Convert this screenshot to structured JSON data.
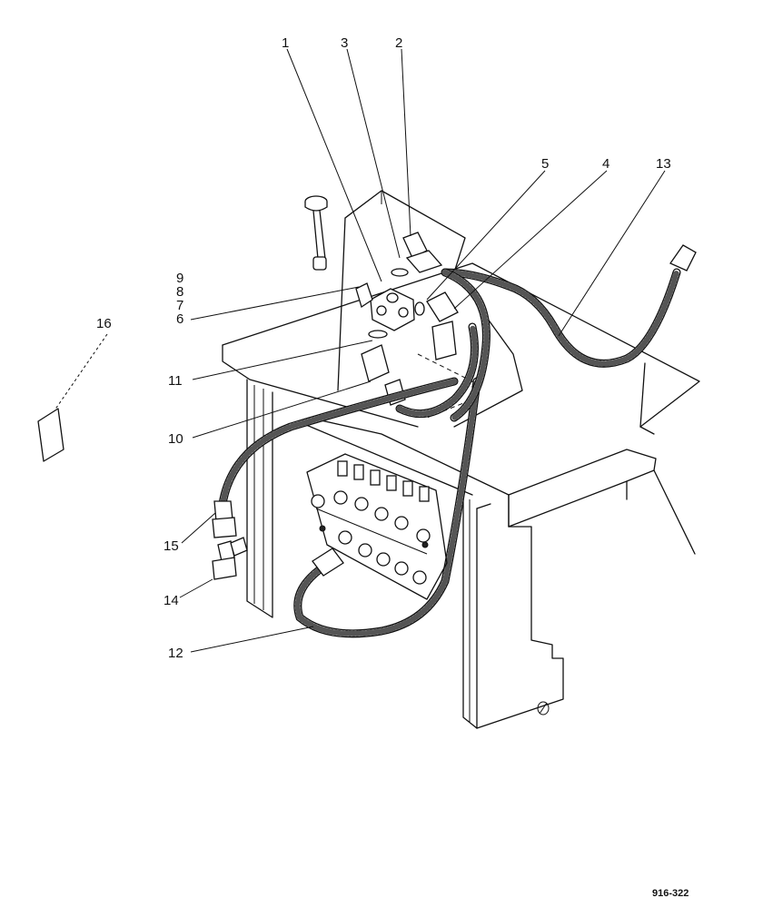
{
  "callouts": [
    {
      "id": "1",
      "label": "1"
    },
    {
      "id": "3",
      "label": "3"
    },
    {
      "id": "2",
      "label": "2"
    },
    {
      "id": "5",
      "label": "5"
    },
    {
      "id": "4",
      "label": "4"
    },
    {
      "id": "13",
      "label": "13"
    },
    {
      "id": "9",
      "label": "9"
    },
    {
      "id": "8",
      "label": "8"
    },
    {
      "id": "7",
      "label": "7"
    },
    {
      "id": "6",
      "label": "6"
    },
    {
      "id": "16",
      "label": "16"
    },
    {
      "id": "11",
      "label": "11"
    },
    {
      "id": "10",
      "label": "10"
    },
    {
      "id": "15",
      "label": "15"
    },
    {
      "id": "14",
      "label": "14"
    },
    {
      "id": "12",
      "label": "12"
    }
  ],
  "reference_code": "916-322"
}
